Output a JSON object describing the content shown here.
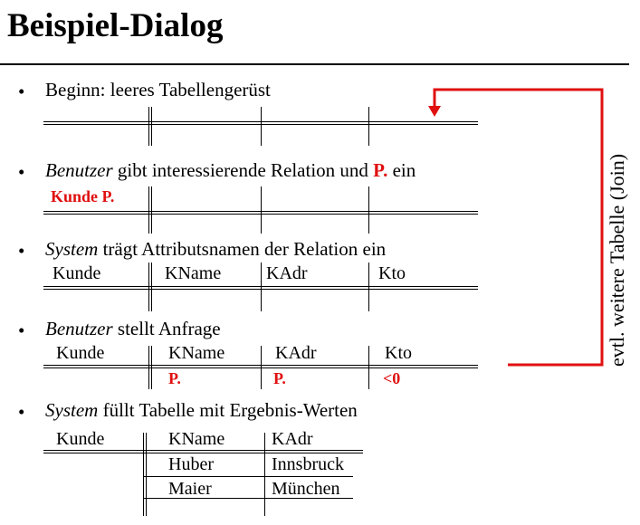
{
  "title": "Beispiel-Dialog",
  "bullet_char": "•",
  "steps": [
    {
      "text": "Beginn: leeres Tabellengerüst"
    },
    {
      "em": "Benutzer",
      "text": " gibt interessierende Relation und ",
      "red": "P.",
      "tail": " ein",
      "cell_red": "Kunde P."
    },
    {
      "em": "System",
      "text": " trägt Attributsnamen der Relation ein"
    },
    {
      "em": "Benutzer",
      "text": " stellt Anfrage"
    },
    {
      "em": "System",
      "text": " füllt Tabelle mit Ergebnis-Werten"
    }
  ],
  "table3_headers": [
    "Kunde",
    "KName",
    "KAdr",
    "Kto"
  ],
  "table4_headers": [
    "Kunde",
    "KName",
    "KAdr",
    "Kto"
  ],
  "table4_query": [
    "P.",
    "P.",
    "<0"
  ],
  "table5_headers": [
    "Kunde",
    "KName",
    "KAdr"
  ],
  "table5_rows": [
    [
      "Huber",
      "Innsbruck"
    ],
    [
      "Maier",
      "München"
    ]
  ],
  "side_note": "evtl. weitere Tabelle (Join)",
  "colors": {
    "accent": "#e01010"
  }
}
